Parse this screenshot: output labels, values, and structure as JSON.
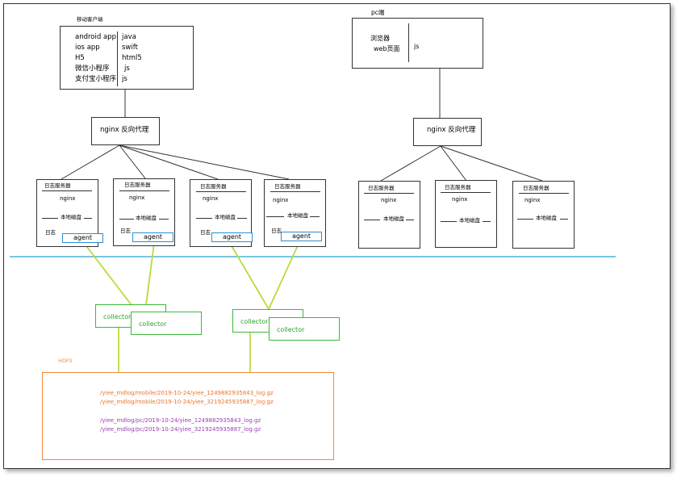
{
  "mobile": {
    "title": "移动客户端",
    "clients": [
      {
        "name": "android app",
        "lang": "java"
      },
      {
        "name": "ios  app",
        "lang": "swift"
      },
      {
        "name": "H5",
        "lang": "html5"
      },
      {
        "name": "微信小程序",
        "lang": "js"
      },
      {
        "name": "支付宝小程序",
        "lang": "js"
      }
    ],
    "nginx": "nginx  反向代理"
  },
  "pc": {
    "title": "pc端",
    "client_lines": [
      "浏览器",
      "web页面"
    ],
    "lang": "js",
    "nginx": "nginx  反向代理"
  },
  "log_server": {
    "title": "日志服务器",
    "nginx": "nginx",
    "disk": "本地磁盘",
    "log": "日志",
    "agent": "agent"
  },
  "collector_label": "collector",
  "hdfs": {
    "label": "HDFS",
    "mobile_paths": [
      "/yiee_mdlog/mobile/2019-10-24/yiee_1249882935843_log.gz",
      "/yiee_mdlog/mobile/2019-10-24/yiee_3219245935887_log.gz"
    ],
    "pc_paths": [
      "/yiee_mdlog/pc/2019-10-24/yiee_1249882935843_log.gz",
      "/yiee_mdlog/pc/2019-10-24/yiee_3219245935887_log.gz"
    ]
  },
  "colors": {
    "agent_border": "#2a8fd6",
    "collector": "#3cb83c",
    "hdfs_border": "#f08a3a",
    "mobile_path": "#e8772e",
    "pc_path": "#9b3fb5",
    "divider": "#2a9fd6"
  }
}
